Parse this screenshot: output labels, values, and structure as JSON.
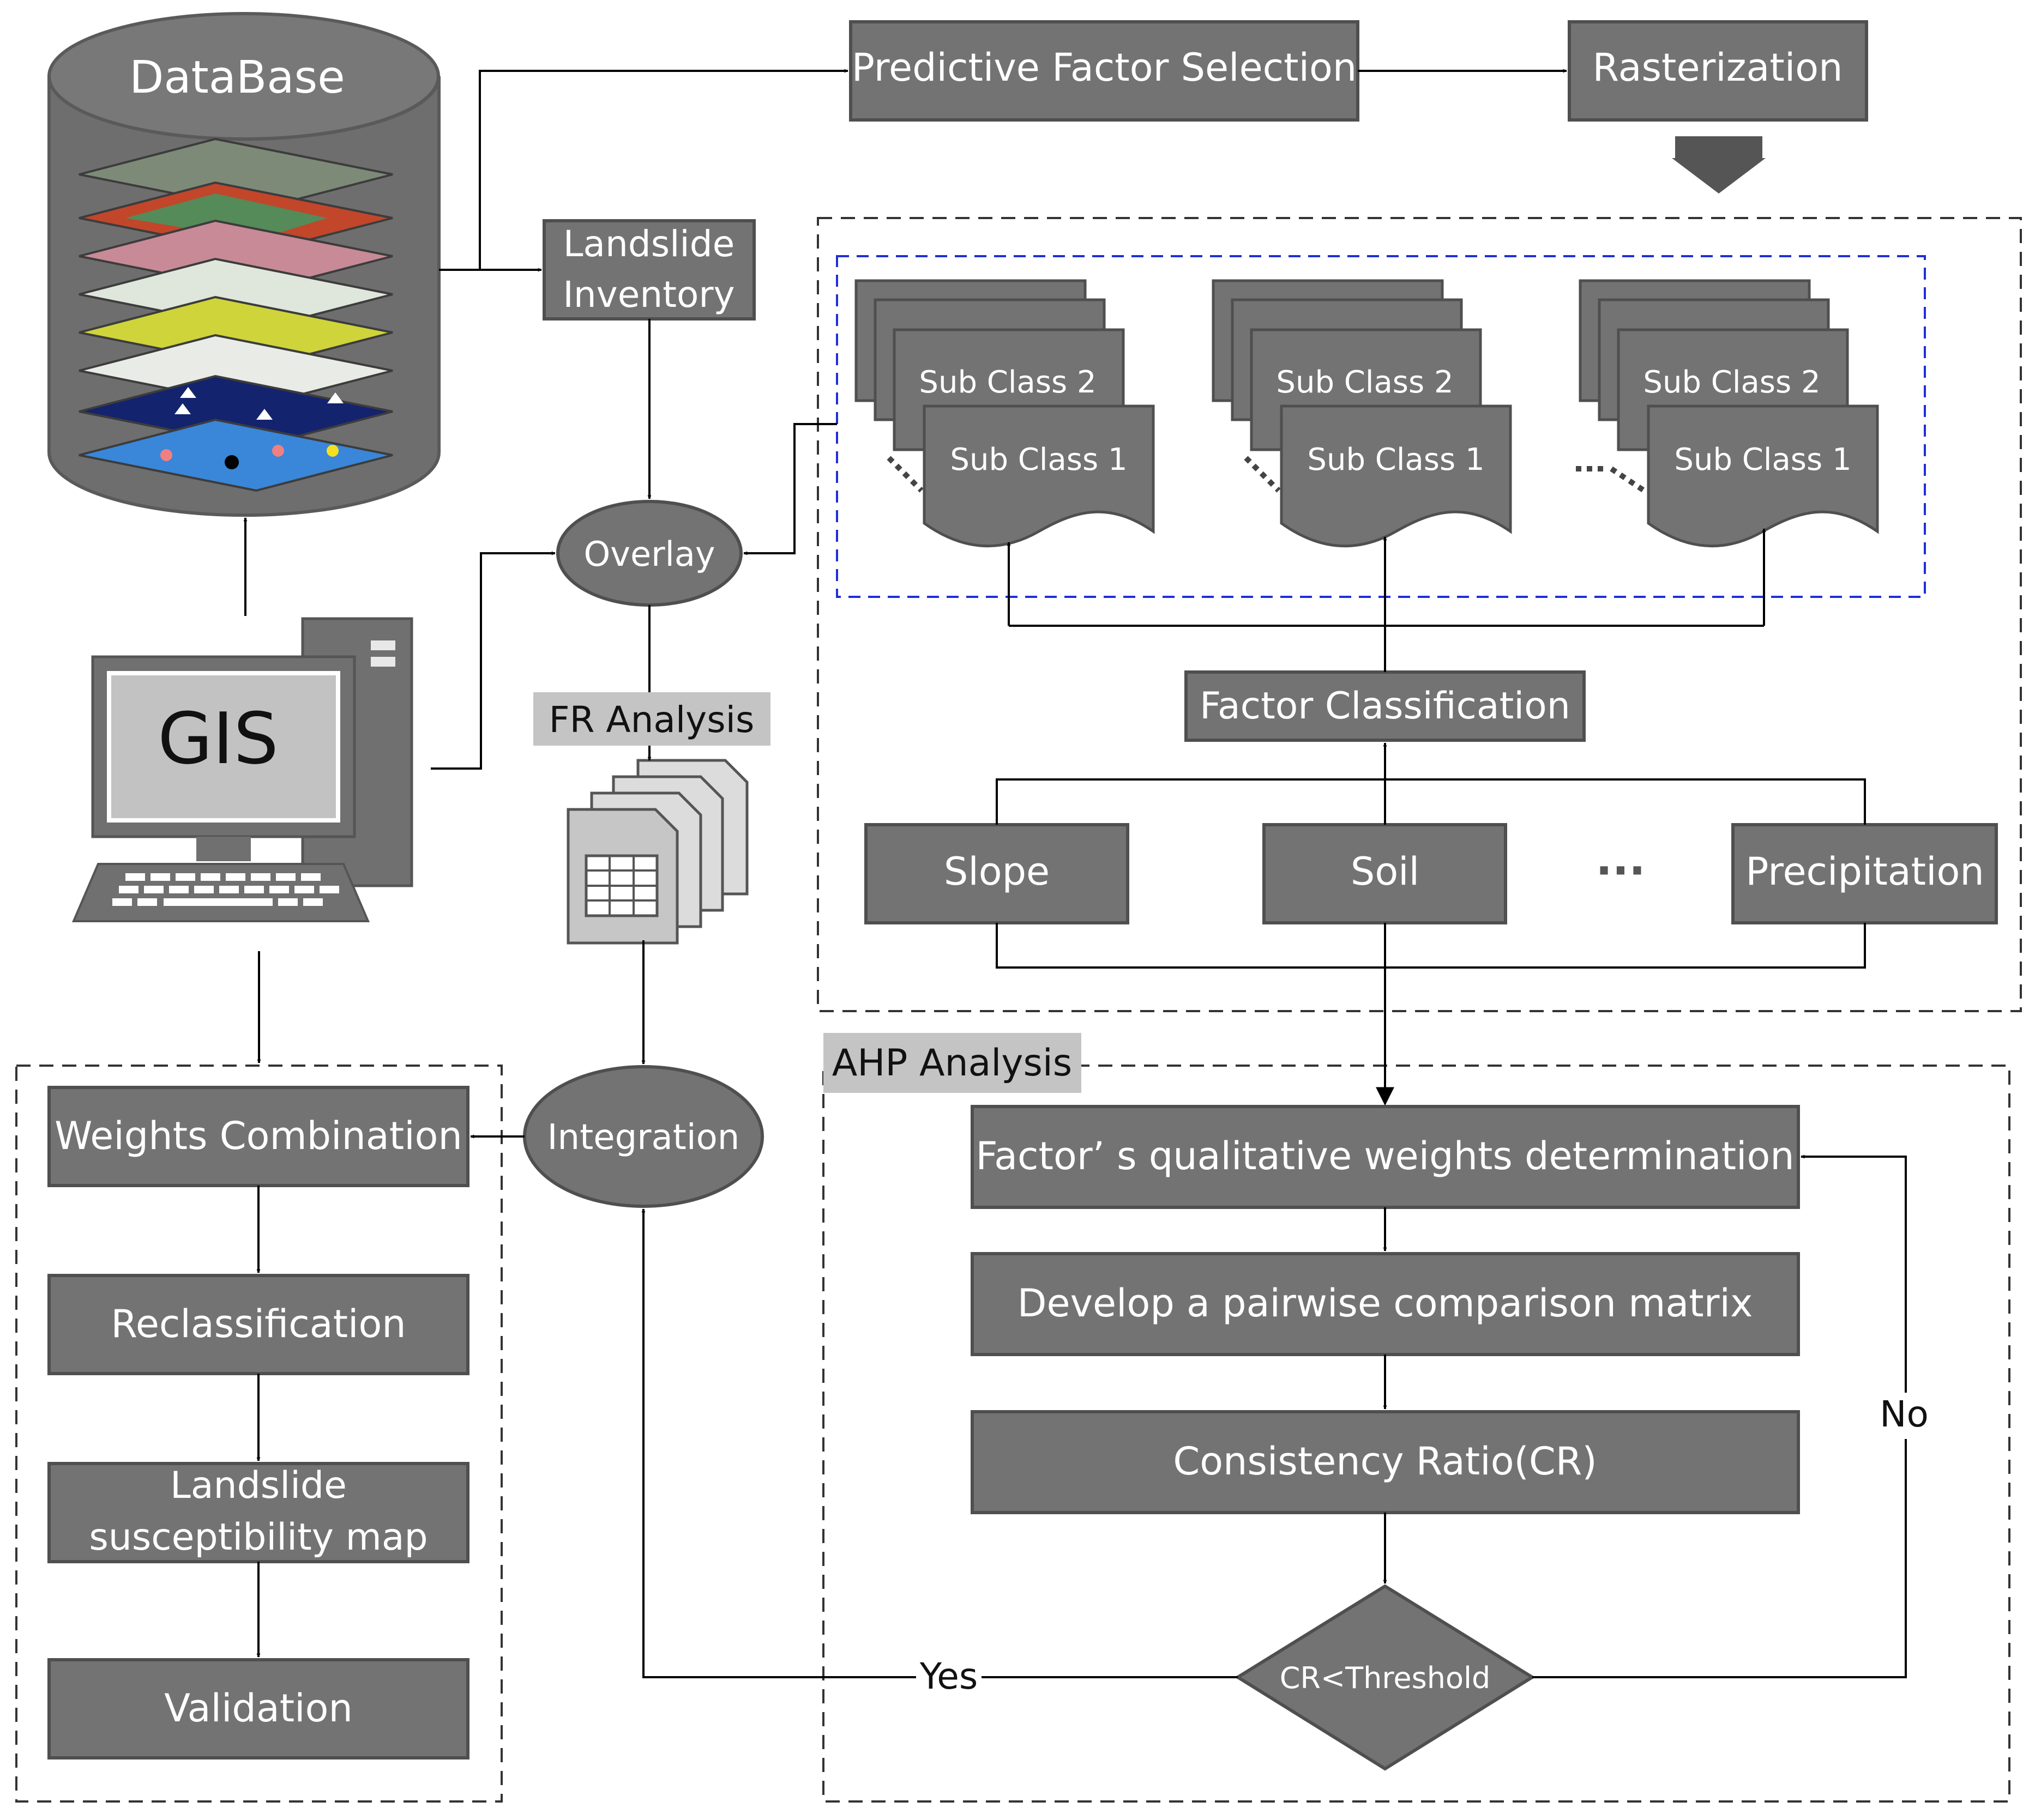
{
  "database": {
    "title": "DataBase"
  },
  "computer": {
    "label": "GIS"
  },
  "top": {
    "predictive_factor_selection": "Predictive Factor Selection",
    "rasterization": "Rasterization"
  },
  "landslide_inventory": [
    "Landslide",
    "Inventory"
  ],
  "overlay": "Overlay",
  "fr_analysis": "FR Analysis",
  "integration": "Integration",
  "subclass_stacks": [
    {
      "back": "Sub Class 2",
      "front": "Sub Class 1"
    },
    {
      "back": "Sub Class 2",
      "front": "Sub Class 1"
    },
    {
      "back": "Sub Class 2",
      "front": "Sub Class 1"
    }
  ],
  "factor_classification": "Factor Classification",
  "factors": [
    "Slope",
    "Soil",
    "···",
    "Precipitation"
  ],
  "ahp": {
    "title": "AHP Analysis",
    "steps": [
      "Factor’  s qualitative weights determination",
      "Develop a pairwise comparison matrix",
      "Consistency Ratio(CR)"
    ],
    "decision": "CR<Threshold",
    "yes": "Yes",
    "no": "No"
  },
  "left_chain": [
    [
      "Weights Combination"
    ],
    [
      "Reclassification"
    ],
    [
      "Landslide",
      "susceptibility map"
    ],
    [
      "Validation"
    ]
  ],
  "colors": {
    "box_fill": "#737373",
    "box_stroke": "#4f4f4f",
    "label_bg": "#c4c4c4",
    "dashed_blue": "#1f2fd8",
    "text_light": "#ffffff",
    "text_dark": "#111111"
  }
}
